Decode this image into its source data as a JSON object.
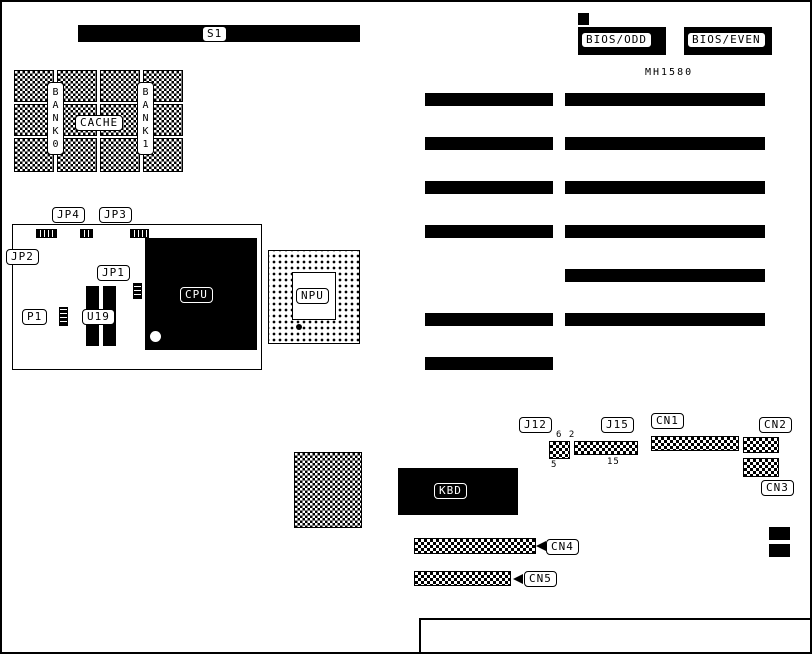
{
  "board": {
    "model": "MH1580",
    "colors": {
      "line": "#000000",
      "background": "#ffffff"
    }
  },
  "top": {
    "s1_label": "S1",
    "bios_odd_label": "BIOS/ODD",
    "bios_even_label": "BIOS/EVEN"
  },
  "memory": {
    "bank0_label": "BANK0",
    "cache_label": "CACHE",
    "bank1_label": "BANK1"
  },
  "cpu_section": {
    "cpu_label": "CPU",
    "npu_label": "NPU",
    "jp1_label": "JP1",
    "jp2_label": "JP2",
    "jp3_label": "JP3",
    "jp4_label": "JP4",
    "p1_label": "P1",
    "u19_label": "U19"
  },
  "connectors": {
    "kbd_label": "KBD",
    "j12_label": "J12",
    "j15_label": "J15",
    "j12_pins_top": "6 2",
    "j12_pin_bottom": "5",
    "j15_pin_bottom": "15",
    "cn1_label": "CN1",
    "cn2_label": "CN2",
    "cn3_label": "CN3",
    "cn4_label": "CN4",
    "cn5_label": "CN5"
  }
}
